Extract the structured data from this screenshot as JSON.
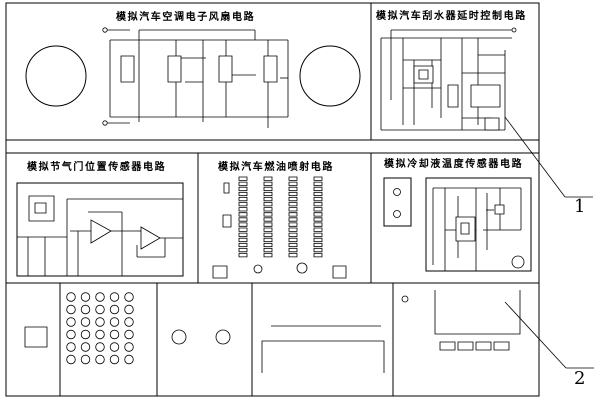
{
  "panels": {
    "ac_fan_circuit": "模拟汽车空调电子风扇电路",
    "wiper_delay_circuit": "模拟汽车刮水器延时控制电路",
    "throttle_position_circuit": "模拟节气门位置传感器电路",
    "fuel_injection_circuit": "模拟汽车燃油喷射电路",
    "coolant_temp_circuit": "模拟冷却液温度传感器电路"
  },
  "callouts": {
    "one": "1",
    "two": "2"
  }
}
